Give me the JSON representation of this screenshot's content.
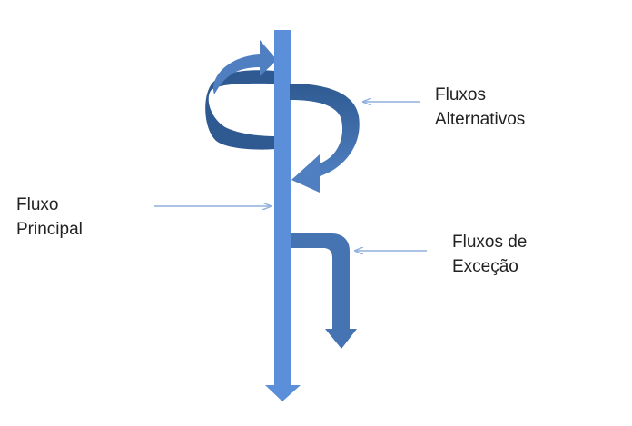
{
  "labels": {
    "alternative_flows": {
      "line1": "Fluxos",
      "line2": "Alternativos"
    },
    "main_flow": {
      "line1": "Fluxo",
      "line2": "Principal"
    },
    "exception_flows": {
      "line1": "Fluxos de",
      "line2": "Exceção"
    }
  },
  "colors": {
    "main_arrow": "#5b8fd9",
    "curved_arrow_light": "#4f7fc0",
    "curved_arrow_dark": "#2f5a91",
    "exception_arrow": "#4673b1",
    "pointer": "#8fb0dc"
  }
}
